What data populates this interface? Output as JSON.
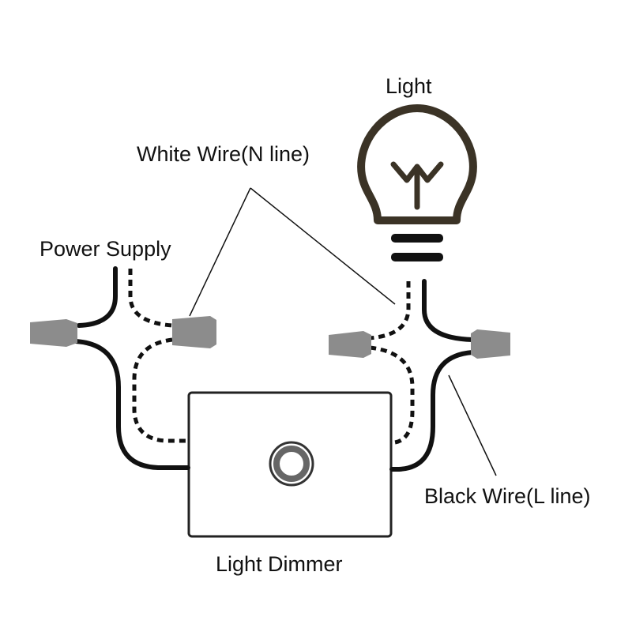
{
  "labels": {
    "light": "Light",
    "white_wire": "White Wire(N line)",
    "power_supply": "Power Supply",
    "black_wire": "Black Wire(L line)",
    "light_dimmer": "Light Dimmer"
  },
  "colors": {
    "background": "#ffffff",
    "wire": "#111111",
    "bulb": "#3b3326",
    "connector": "#8c8c8c",
    "dimmer_border": "#222222",
    "knob": "#333333"
  },
  "icons": {
    "bulb": "light-bulb-icon",
    "knob": "dimmer-knob-icon",
    "connector": "wire-nut-icon"
  }
}
